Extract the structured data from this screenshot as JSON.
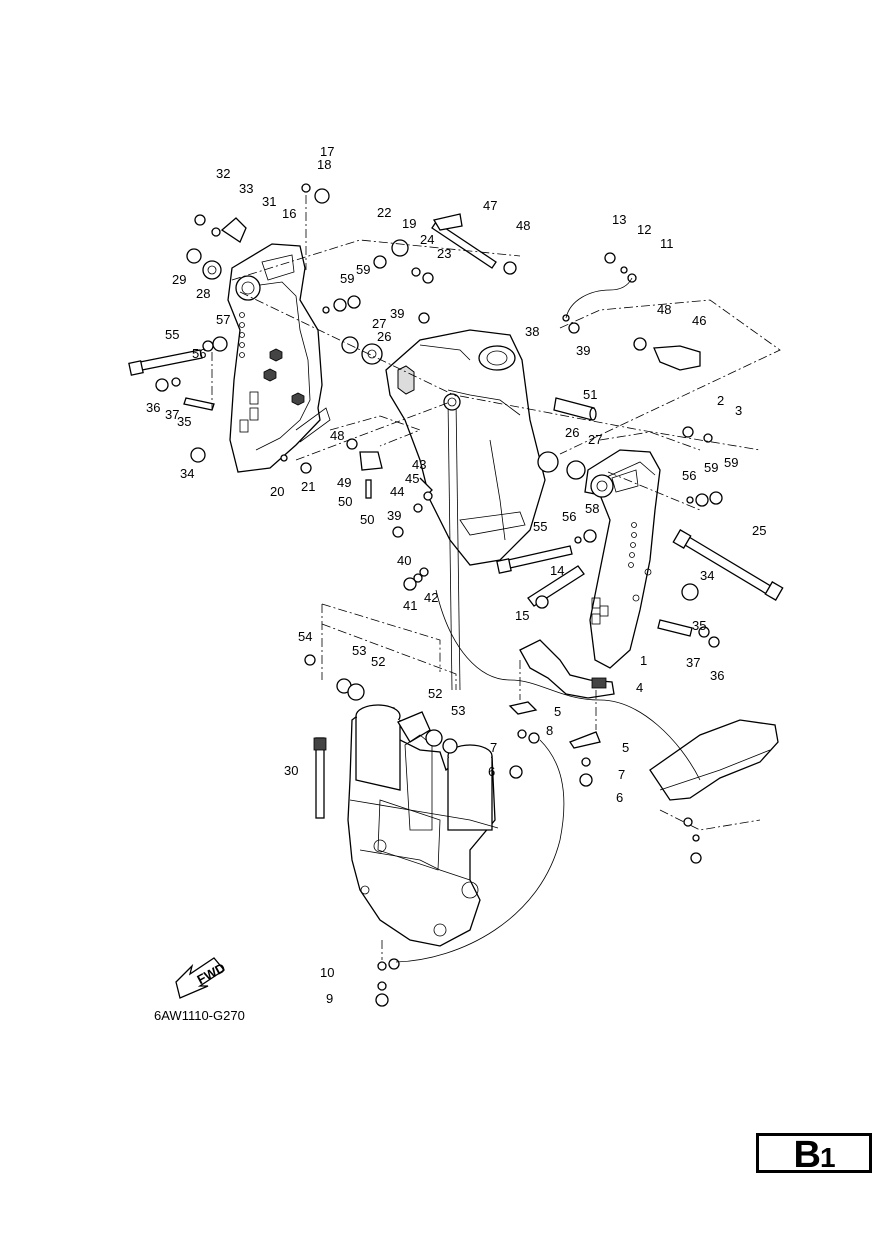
{
  "diagram": {
    "code": "6AW1110-G270",
    "direction_arrow": "FWD",
    "section": "B",
    "section_number": "1",
    "callouts": [
      "1",
      "2",
      "3",
      "4",
      "5",
      "5",
      "6",
      "6",
      "7",
      "7",
      "8",
      "9",
      "10",
      "11",
      "12",
      "13",
      "14",
      "15",
      "16",
      "17",
      "18",
      "19",
      "20",
      "21",
      "22",
      "23",
      "24",
      "25",
      "26",
      "26",
      "27",
      "27",
      "28",
      "29",
      "30",
      "31",
      "32",
      "33",
      "34",
      "34",
      "35",
      "35",
      "36",
      "36",
      "37",
      "37",
      "38",
      "39",
      "39",
      "39",
      "40",
      "41",
      "42",
      "43",
      "44",
      "45",
      "46",
      "47",
      "48",
      "48",
      "48",
      "49",
      "50",
      "50",
      "51",
      "52",
      "52",
      "53",
      "53",
      "54",
      "55",
      "55",
      "56",
      "56",
      "56",
      "57",
      "58",
      "59",
      "59",
      "59",
      "59"
    ]
  }
}
